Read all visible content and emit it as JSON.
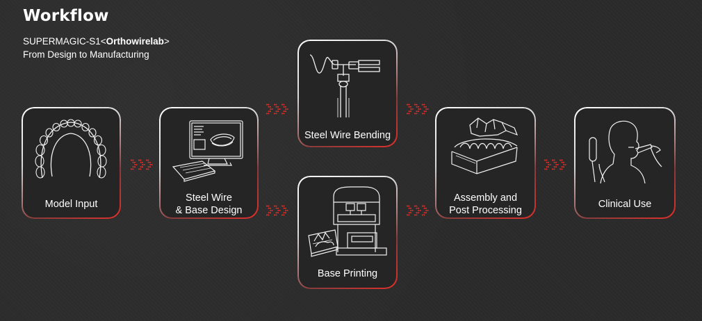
{
  "header": {
    "title": "Workflow",
    "subtitle_prefix": "SUPERMAGIC-S1<",
    "subtitle_brand": "Orthowirelab",
    "subtitle_suffix": ">",
    "tagline": "From Design to Manufacturing"
  },
  "steps": {
    "model_input": "Model Input",
    "design_line1": "Steel Wire",
    "design_line2": "& Base Design",
    "wire_bending": "Steel Wire Bending",
    "base_printing": "Base Printing",
    "assembly_line1": "Assembly and",
    "assembly_line2": "Post Processing",
    "clinical_use": "Clinical Use"
  },
  "colors": {
    "background": "#2b2b2b",
    "card": "#252525",
    "accent": "#e0302a",
    "text": "#ffffff"
  }
}
